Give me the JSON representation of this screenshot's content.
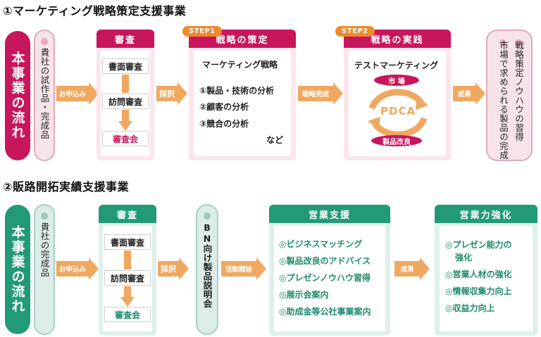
{
  "section1": {
    "title": "①マーケティング戦略策定支援事業",
    "flow_label": "本事業の流れ",
    "input_text": "貴社の試作品・完成品",
    "arrow_apply": "お申込み",
    "review": {
      "heading": "審査",
      "items": [
        "書面審査",
        "訪問審査",
        "審査会"
      ]
    },
    "arrow_select": "採択",
    "strategy": {
      "badge": "STEP1",
      "heading": "戦略の策定",
      "subtitle": "マーケティング戦略",
      "items": [
        "①製品・技術の分析",
        "②顧客の分析",
        "③競合の分析"
      ],
      "etc": "など"
    },
    "arrow_done": "戦略完成",
    "practice": {
      "badge": "STEP2",
      "heading": "戦略の実践",
      "subtitle": "テストマーケティング",
      "market": "市 場",
      "cycle": "PDCA",
      "improve": "製品改良"
    },
    "arrow_result": "成果",
    "output_lines": [
      "戦略策定ノウハウの習得",
      "市場で求められる製品の完成"
    ]
  },
  "section2": {
    "title": "②販路開拓実績支援事業",
    "flow_label": "本事業の流れ",
    "input_text": "貴社の完成品",
    "arrow_apply": "お申込み",
    "review": {
      "heading": "審査",
      "items": [
        "書面審査",
        "訪問審査",
        "審査会"
      ]
    },
    "arrow_select": "採択",
    "bn_text": "BN向け製品説明会",
    "arrow_start": "活動開始",
    "sales": {
      "heading": "営業支援",
      "items": [
        "◎ビジネスマッチング",
        "◎製品改良のアドバイス",
        "◎プレゼンノウハウ習得",
        "◎展示会案内",
        "◎助成金等公社事業案内"
      ]
    },
    "arrow_result": "成果",
    "strength": {
      "heading": "営業力強化",
      "items": [
        "◎プレゼン能力の",
        "強化",
        "◎営業人材の強化",
        "◎情報収集力向上",
        "◎収益力向上"
      ]
    }
  },
  "colors": {
    "pink": "#c8165c",
    "green": "#229a78",
    "arrow": "#f0a860",
    "step": "#ef8a2a"
  }
}
